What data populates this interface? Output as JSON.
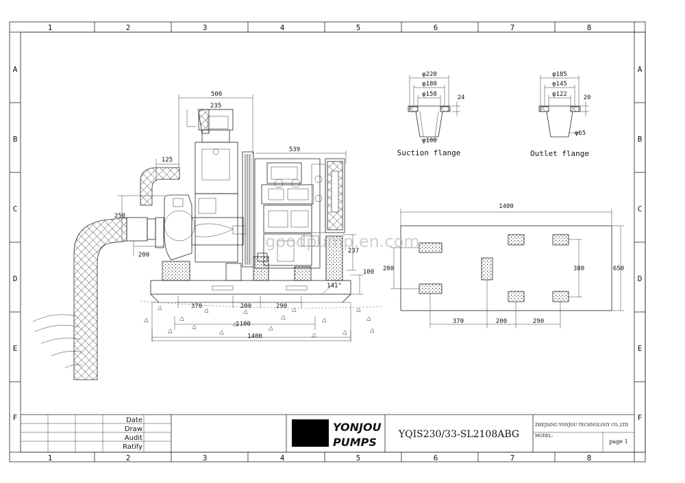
{
  "frame": {
    "columns": [
      "1",
      "2",
      "3",
      "4",
      "5",
      "6",
      "7",
      "8"
    ],
    "rows": [
      "A",
      "B",
      "C",
      "D",
      "E",
      "F"
    ]
  },
  "title_block": {
    "sign_rows": [
      "Date",
      "Draw",
      "Audit",
      "Ratify"
    ],
    "brand_line1": "YONJOU",
    "brand_line2": "PUMPS",
    "model": "YQIS230/33-SL2108ABG",
    "company": "ZHEJIANG YONJOU TECHNOLOGY CO.,LTD",
    "model_label": "MODEL:",
    "page": "page 1"
  },
  "watermark": "goodpump.en.com",
  "elevation": {
    "dims": {
      "d500": "500",
      "d235": "235",
      "d539": "539",
      "d125": "125",
      "d250": "250",
      "d200": "200",
      "d237": "237",
      "d100": "100",
      "d141": "141°",
      "d370": "370",
      "d200b": "200",
      "d290": "290",
      "d1100": "1100",
      "d1400": "1400"
    }
  },
  "suction_flange": {
    "label": "Suction flange",
    "d1": "φ220",
    "d2": "φ180",
    "d3": "φ158",
    "d4": "φ100",
    "t": "24"
  },
  "outlet_flange": {
    "label": "Outlet flange",
    "d1": "φ185",
    "d2": "φ145",
    "d3": "φ122",
    "d4": "φ65",
    "t": "20"
  },
  "plan": {
    "d1400": "1400",
    "d280": "280",
    "d380": "380",
    "d650": "650",
    "d370": "370",
    "d200": "200",
    "d290": "290"
  }
}
